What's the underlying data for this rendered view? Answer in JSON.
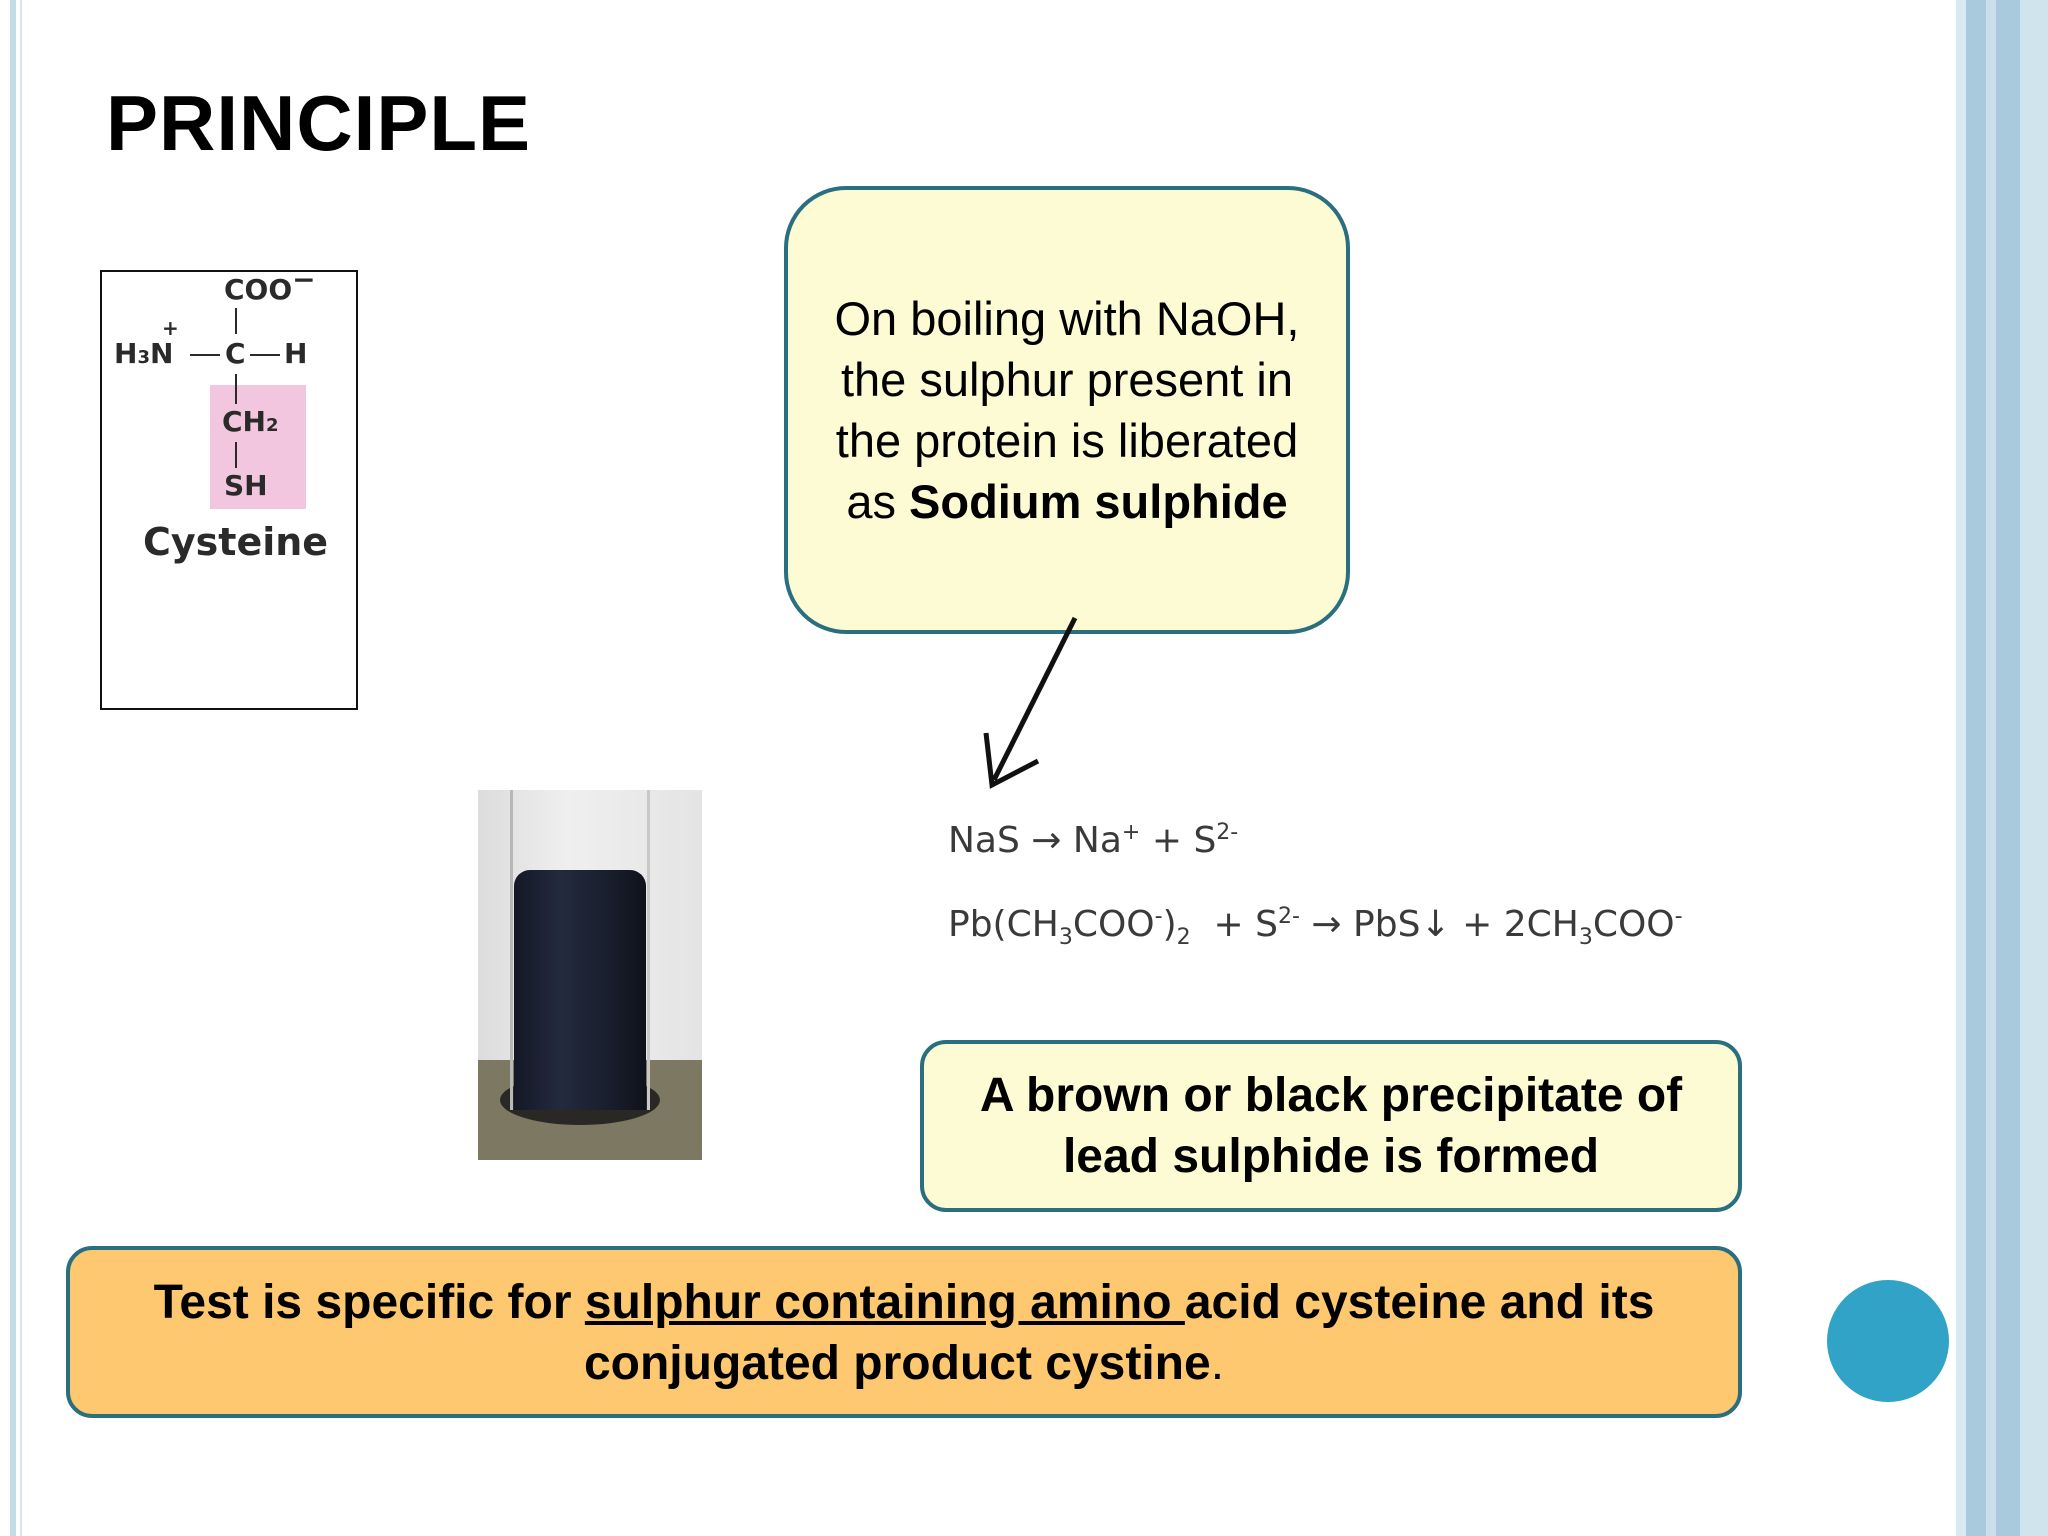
{
  "slide": {
    "title": "PRINCIPLE"
  },
  "structure": {
    "coo": "COO",
    "coo_charge": "−",
    "h3n": "H",
    "h3n_sub": "3",
    "n": "N",
    "n_charge": "+",
    "c": "C",
    "h": "H",
    "ch2": "CH",
    "ch2_sub": "2",
    "sh": "SH",
    "name": "Cysteine"
  },
  "bubble": {
    "text_plain": "On boiling with NaOH, the sulphur present in the protein is liberated as ",
    "text_bold": "Sodium sulphide"
  },
  "equations": {
    "eq1": {
      "lhs": "NaS",
      "arrow": "→",
      "na": "Na",
      "na_charge": "+",
      "plus": "+",
      "s": "S",
      "s_charge": "2-"
    },
    "eq2": {
      "pb_open": "Pb(CH",
      "sub3": "3",
      "coo": "COO",
      "coo_charge": "-",
      "close": ")",
      "sub2": "2",
      "plus1": "+",
      "s": "S",
      "s_charge": "2-",
      "arrow": "→",
      "pbs": "PbS",
      "down": "↓",
      "plus2": "+",
      "coeff": "2CH",
      "sub3b": "3",
      "coo2": "COO",
      "coo2_charge": "-"
    }
  },
  "result": {
    "text": "A brown or black precipitate of lead sulphide is formed"
  },
  "note": {
    "part1": "Test is specific for ",
    "underlined": "sulphur containing amino ",
    "part2": "acid cysteine and its conjugated product cystine",
    "period": "."
  },
  "colors": {
    "frame_blue": "#a8cadc",
    "box_border": "#2a6f80",
    "callout_fill": "#fdfbd3",
    "note_fill": "#fdc870",
    "circle": "#31a3c6",
    "highlight": "#f2c6de"
  }
}
